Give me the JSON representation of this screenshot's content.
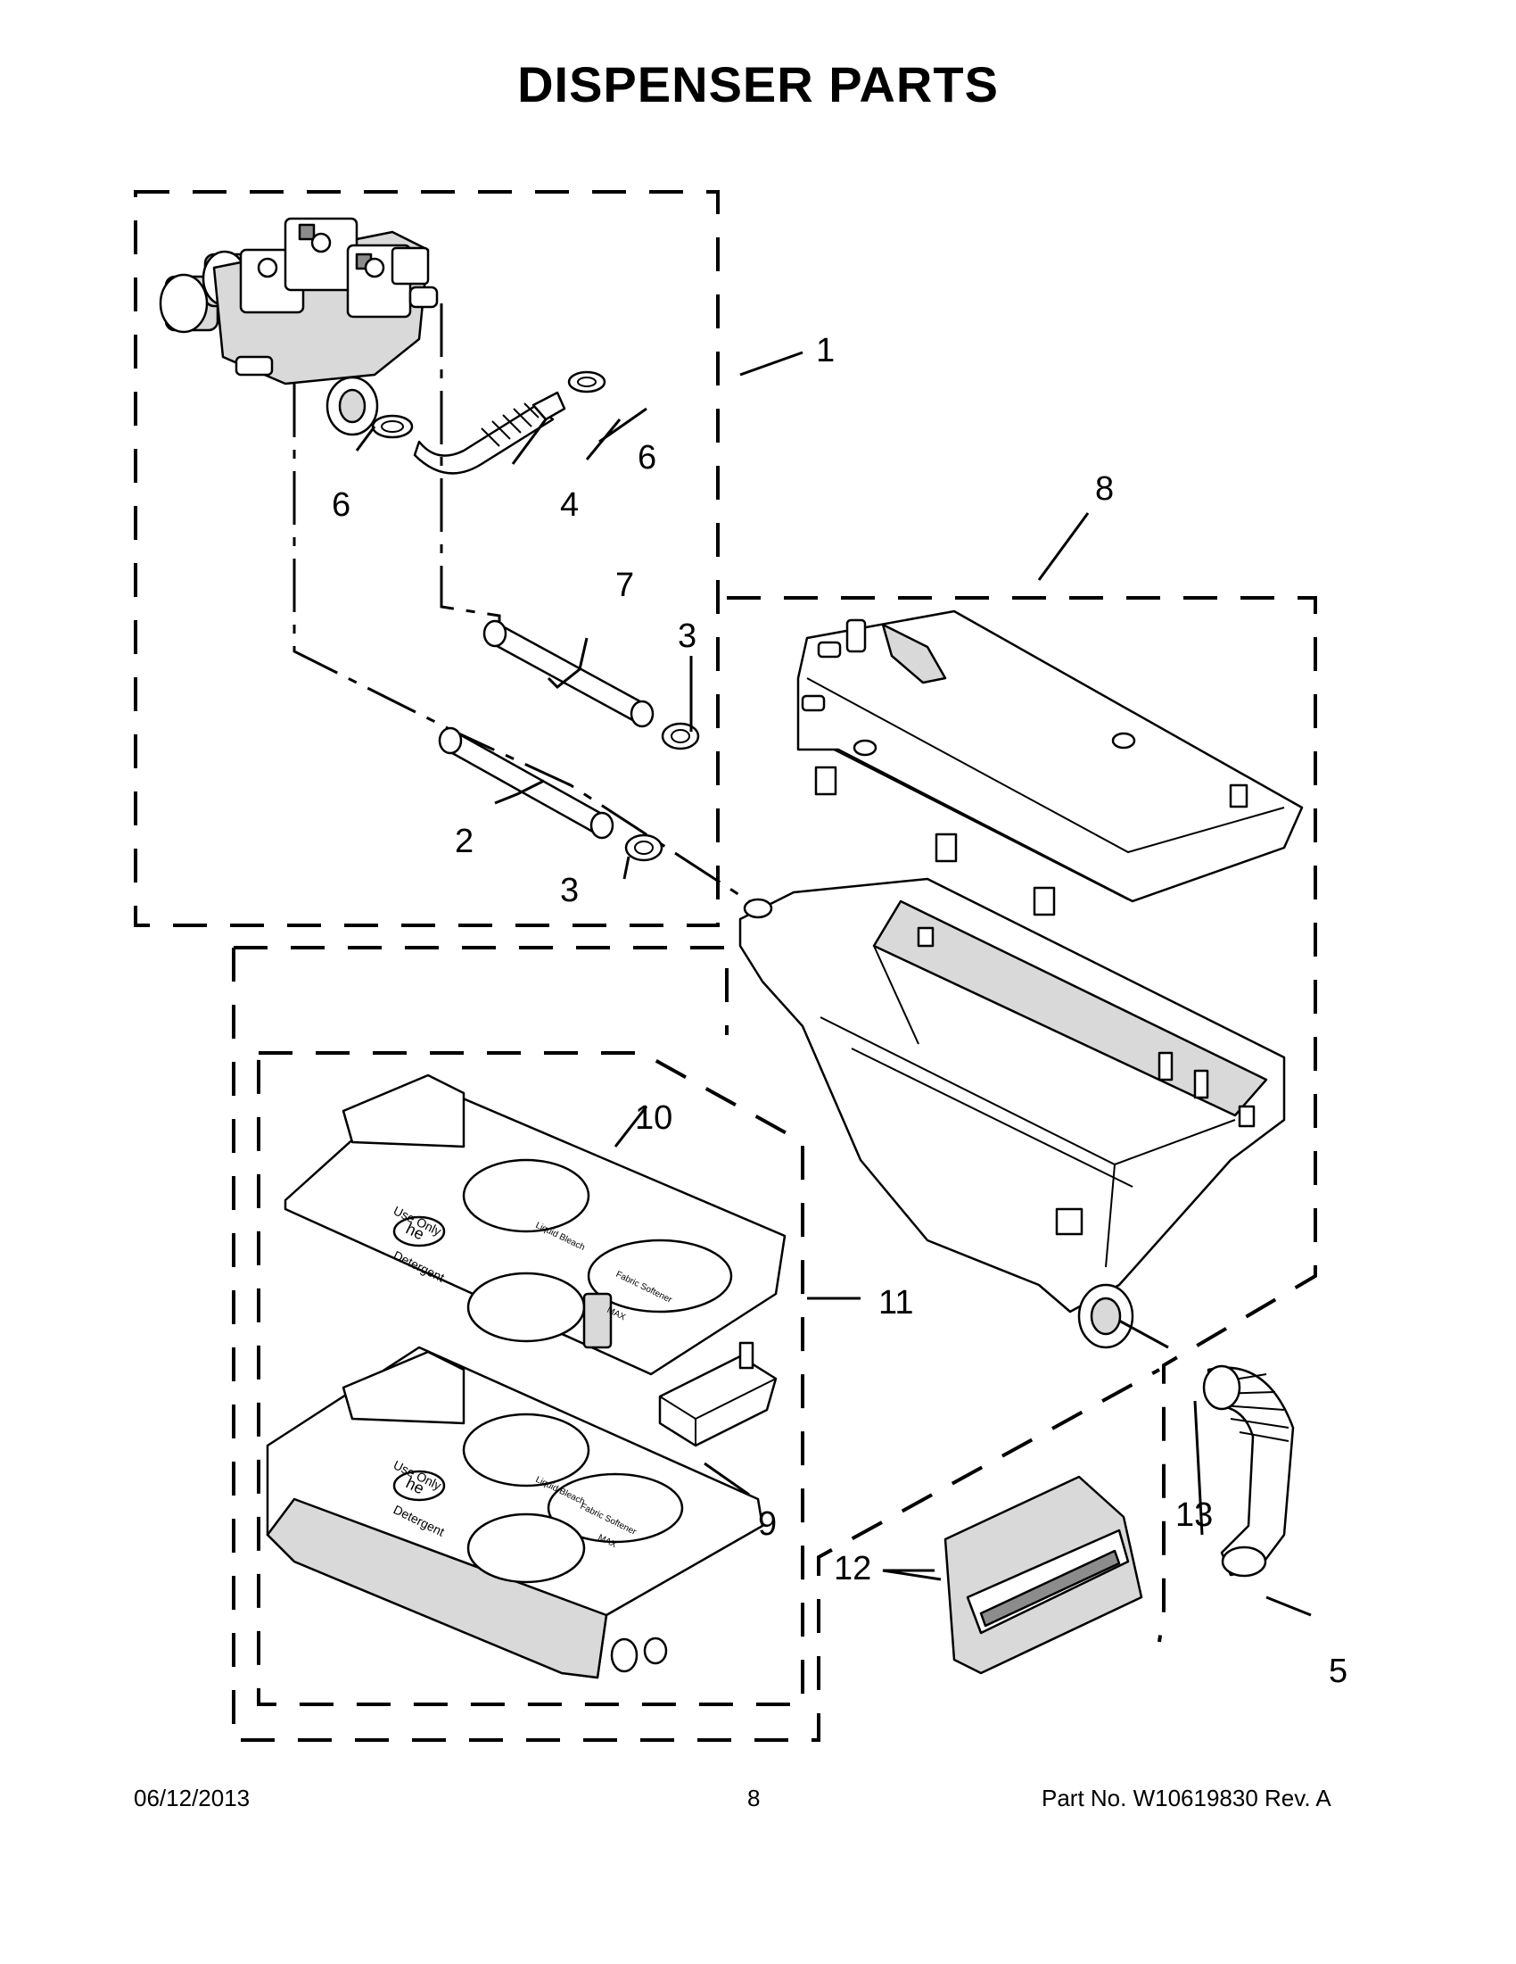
{
  "page": {
    "title": "DISPENSER PARTS"
  },
  "callouts": [
    "1",
    "2",
    "3",
    "3",
    "4",
    "5",
    "6",
    "6",
    "7",
    "8",
    "9",
    "10",
    "11",
    "12",
    "13"
  ],
  "footer": {
    "date": "06/12/2013",
    "page_number": "8",
    "part_number": "Part No.  W10619830  Rev.  A"
  },
  "drawer_labels": {
    "use_only": "Use Only",
    "he": "he",
    "detergent": "Detergent",
    "liquid_bleach": "Liquid Bleach",
    "fabric_softener": "Fabric Softener",
    "max": "MAX"
  }
}
